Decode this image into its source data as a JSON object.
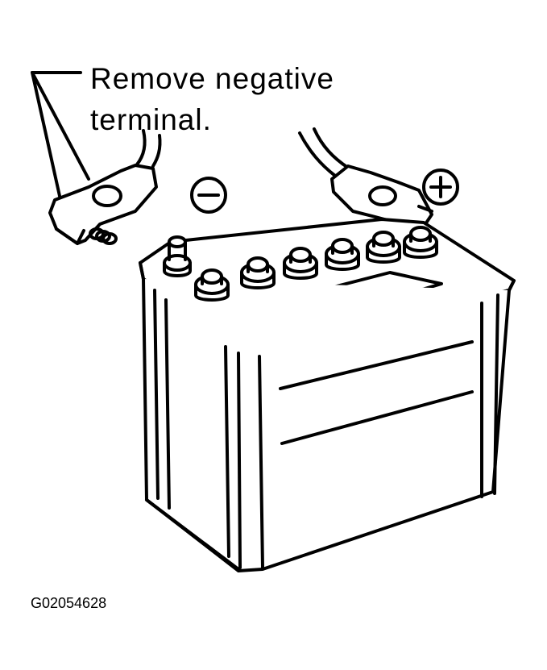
{
  "callout": {
    "line1": "Remove negative",
    "line2": "terminal."
  },
  "symbols": {
    "negative": "−",
    "positive": "+"
  },
  "figure_id": "G02054628",
  "colors": {
    "line": "#000000",
    "background": "#ffffff"
  }
}
